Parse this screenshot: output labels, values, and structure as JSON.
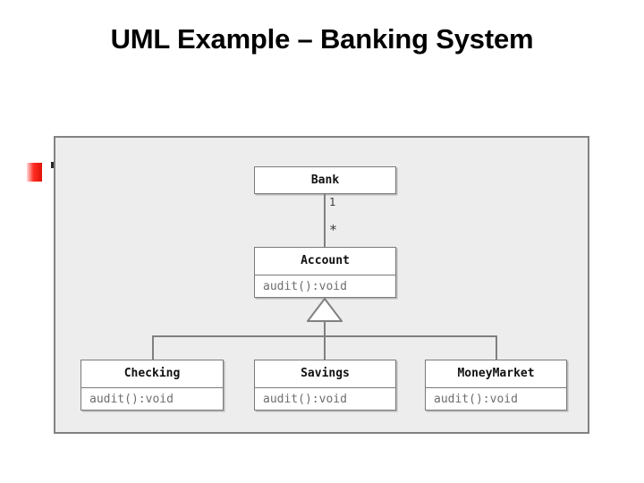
{
  "slide": {
    "title": "UML Example – Banking System",
    "bullet_marker_color": "#ff2b20",
    "background_color": "#ffffff"
  },
  "diagram": {
    "background_color": "#ededed",
    "border_color": "#828282",
    "type": "uml-class-diagram",
    "classes": [
      {
        "id": "bank",
        "name": "Bank",
        "operations": []
      },
      {
        "id": "account",
        "name": "Account",
        "operations": [
          "audit():void"
        ]
      },
      {
        "id": "checking",
        "name": "Checking",
        "operations": [
          "audit():void"
        ]
      },
      {
        "id": "savings",
        "name": "Savings",
        "operations": [
          "audit():void"
        ]
      },
      {
        "id": "moneymarket",
        "name": "MoneyMarket",
        "operations": [
          "audit():void"
        ]
      }
    ],
    "relationships": [
      {
        "kind": "association",
        "from": "Bank",
        "to": "Account",
        "source_multiplicity": "1",
        "target_multiplicity": "*"
      },
      {
        "kind": "generalization",
        "parent": "Account",
        "children": [
          "Checking",
          "Savings",
          "MoneyMarket"
        ]
      }
    ],
    "multiplicity_labels": {
      "one": "1",
      "many": "*"
    }
  }
}
